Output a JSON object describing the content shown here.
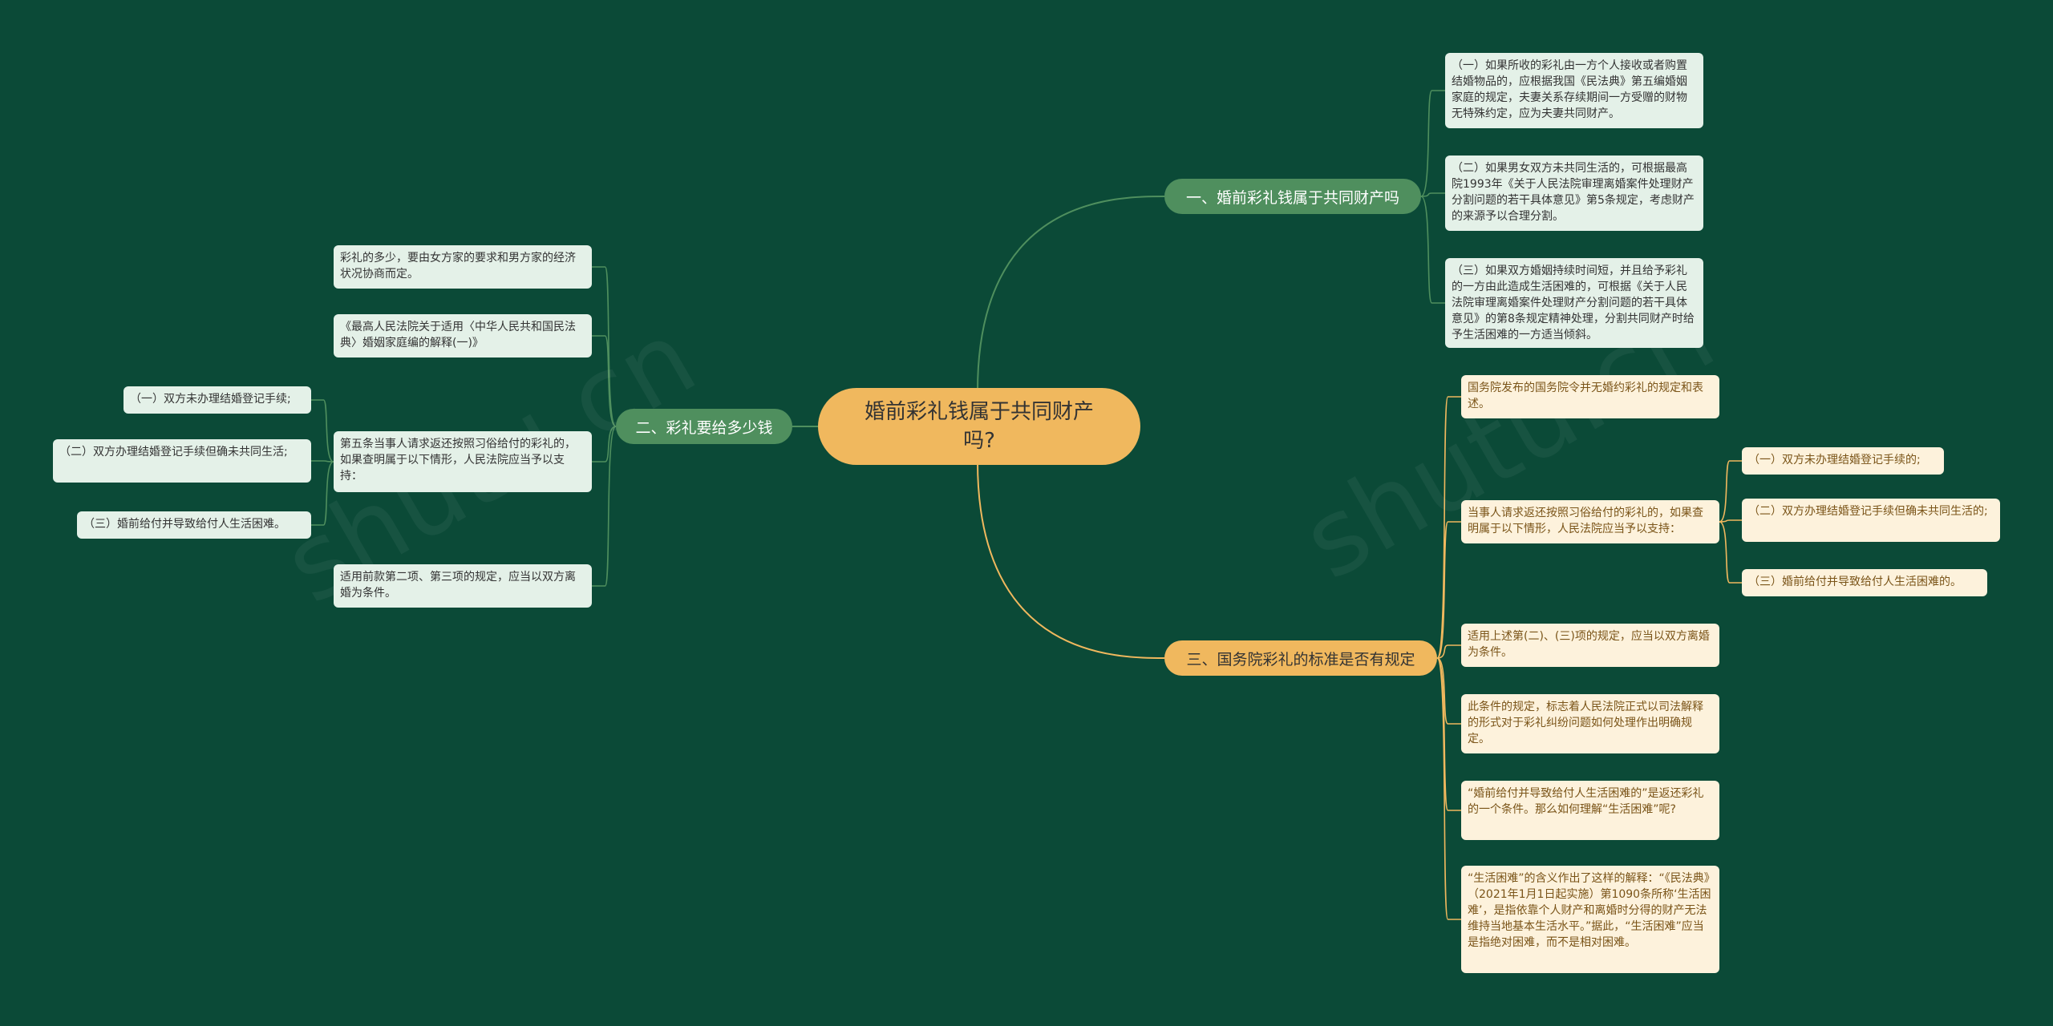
{
  "colors": {
    "background": "#0b4a37",
    "green_branch": "#4f8f5e",
    "gold_branch": "#f0b85e",
    "green_line": "#4f8f5e",
    "gold_line": "#f0b85e"
  },
  "watermark": "shutu.cn",
  "root": {
    "text": "婚前彩礼钱属于共同财产吗?"
  },
  "branch1": {
    "label": "一、婚前彩礼钱属于共同财产吗",
    "items": [
      "（一）如果所收的彩礼由一方个人接收或者购置结婚物品的，应根据我国《民法典》第五编婚姻家庭的规定，夫妻关系存续期间一方受赠的财物无特殊约定，应为夫妻共同财产。",
      "（二）如果男女双方未共同生活的，可根据最高院1993年《关于人民法院审理离婚案件处理财产分割问题的若干具体意见》第5条规定，考虑财产的来源予以合理分割。",
      "（三）如果双方婚姻持续时间短，并且给予彩礼的一方由此造成生活困难的，可根据《关于人民法院审理离婚案件处理财产分割问题的若干具体意见》的第8条规定精神处理，分割共同财产时给予生活困难的一方适当倾斜。"
    ]
  },
  "branch2": {
    "label": "二、彩礼要给多少钱",
    "items": [
      "彩礼的多少，要由女方家的要求和男方家的经济状况协商而定。",
      "《最高人民法院关于适用〈中华人民共和国民法典〉婚姻家庭编的解释(一)》",
      "第五条当事人请求返还按照习俗给付的彩礼的，如果查明属于以下情形，人民法院应当予以支持：",
      "适用前款第二项、第三项的规定，应当以双方离婚为条件。"
    ],
    "sub_items": [
      "（一）双方未办理结婚登记手续;",
      "（二）双方办理结婚登记手续但确未共同生活;",
      "（三）婚前给付并导致给付人生活困难。"
    ]
  },
  "branch3": {
    "label": "三、国务院彩礼的标准是否有规定",
    "items": [
      "国务院发布的国务院令并无婚约彩礼的规定和表述。",
      "当事人请求返还按照习俗给付的彩礼的，如果查明属于以下情形，人民法院应当予以支持：",
      "适用上述第(二)、(三)项的规定，应当以双方离婚为条件。",
      "此条件的规定，标志着人民法院正式以司法解释的形式对于彩礼纠纷问题如何处理作出明确规定。",
      "“婚前给付并导致给付人生活困难的”是返还彩礼的一个条件。那么如何理解“生活困难”呢?",
      "“生活困难”的含义作出了这样的解释：“《民法典》（2021年1月1日起实施）第1090条所称‘生活困难’，是指依靠个人财产和离婚时分得的财产无法维持当地基本生活水平。”据此，“生活困难”应当是指绝对困难，而不是相对困难。"
    ],
    "sub_items": [
      "（一）双方未办理结婚登记手续的;",
      "（二）双方办理结婚登记手续但确未共同生活的;",
      "（三）婚前给付并导致给付人生活困难的。"
    ]
  }
}
